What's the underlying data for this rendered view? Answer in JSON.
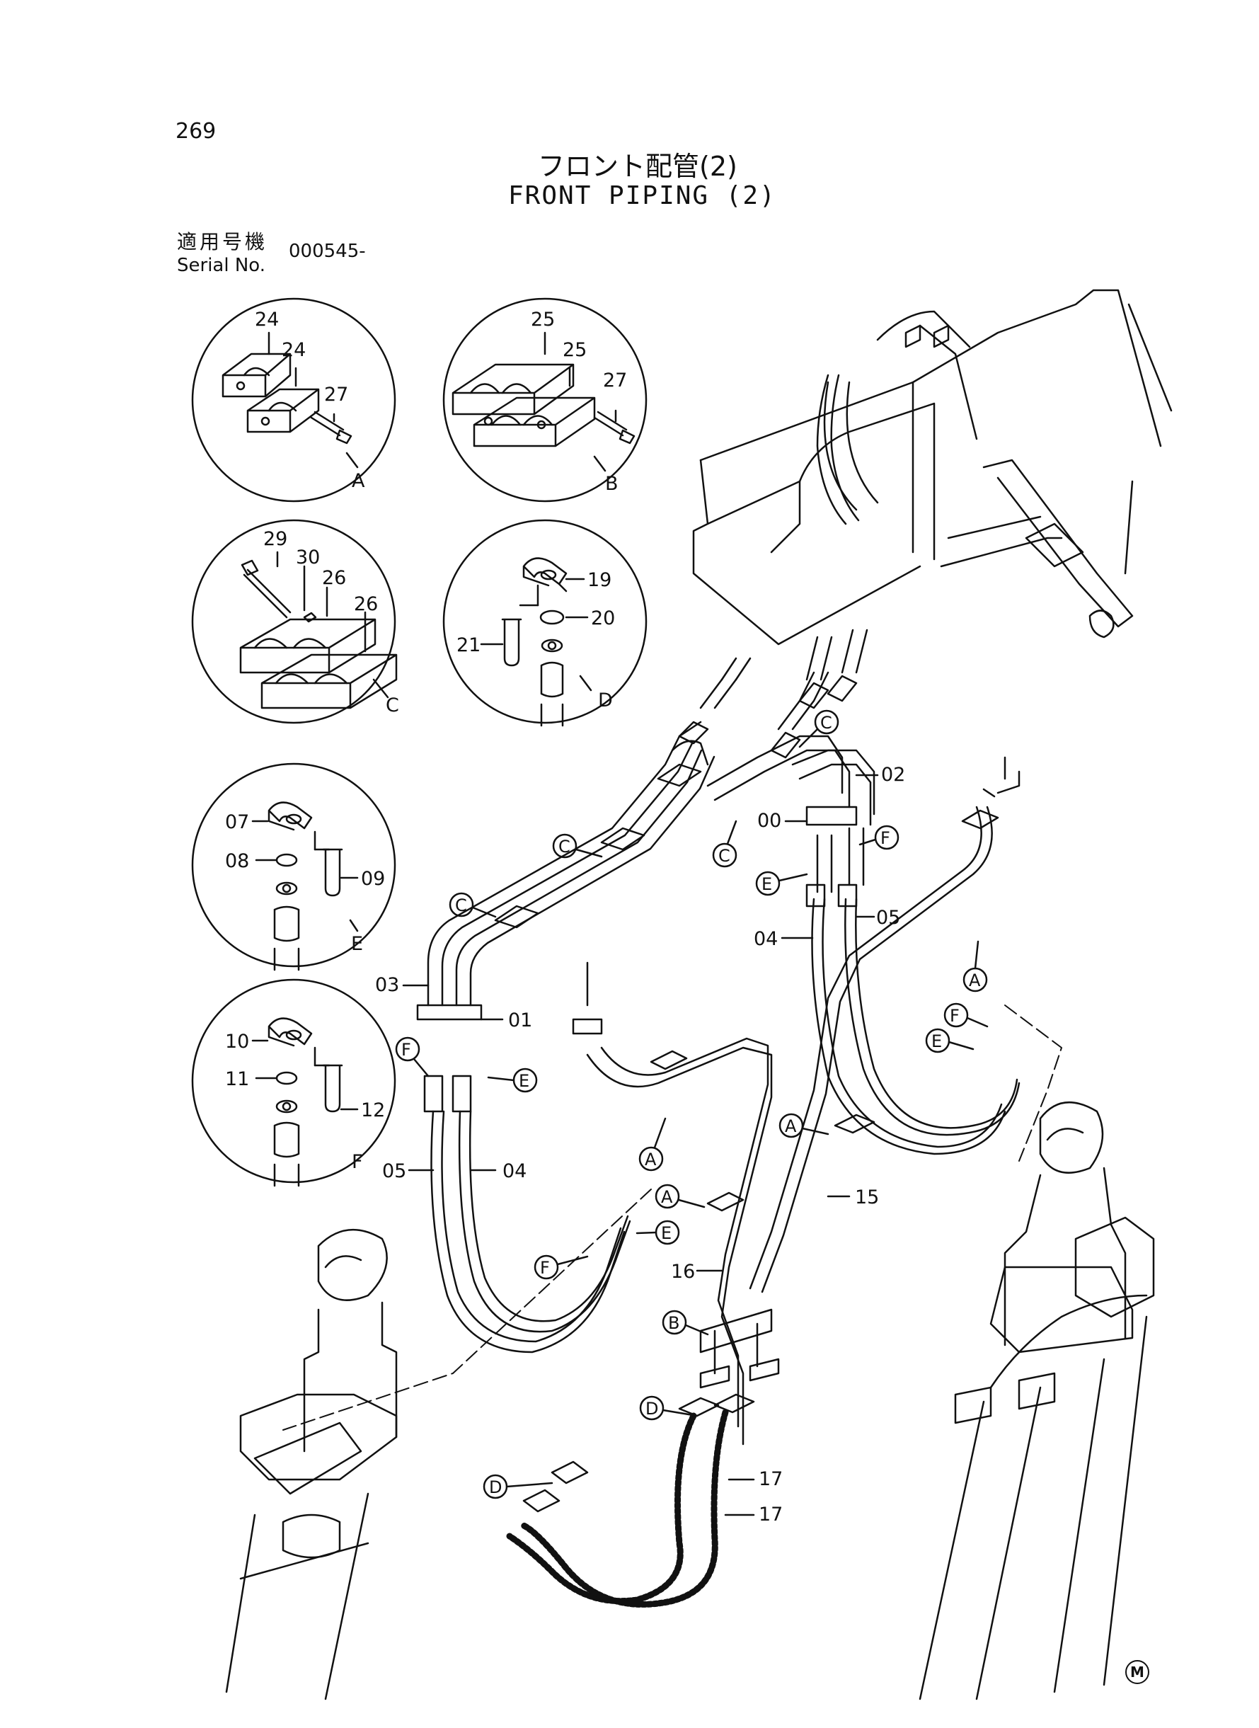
{
  "page_number": "269",
  "title_jp": "フロント配管(2)",
  "title_en": "FRONT PIPING (2)",
  "serial_label_jp": "適用号機",
  "serial_label_en": "Serial No.",
  "serial_value": "000545-",
  "corner_mark": "M",
  "detail_views": [
    {
      "letter": "A",
      "parts": [
        "24",
        "24",
        "27"
      ]
    },
    {
      "letter": "B",
      "parts": [
        "25",
        "25",
        "27"
      ]
    },
    {
      "letter": "C",
      "parts": [
        "29",
        "30",
        "26",
        "26"
      ]
    },
    {
      "letter": "D",
      "parts": [
        "19",
        "20",
        "21"
      ]
    },
    {
      "letter": "E",
      "parts": [
        "07",
        "08",
        "09"
      ]
    },
    {
      "letter": "F",
      "parts": [
        "10",
        "11",
        "12"
      ]
    }
  ],
  "part_labels": [
    "00",
    "01",
    "02",
    "03",
    "04",
    "04",
    "05",
    "05",
    "15",
    "16",
    "17",
    "17"
  ],
  "callouts": [
    "A",
    "A",
    "A",
    "A",
    "A",
    "B",
    "C",
    "C",
    "C",
    "C",
    "C",
    "D",
    "D",
    "E",
    "E",
    "E",
    "E",
    "F",
    "F",
    "F",
    "F"
  ]
}
